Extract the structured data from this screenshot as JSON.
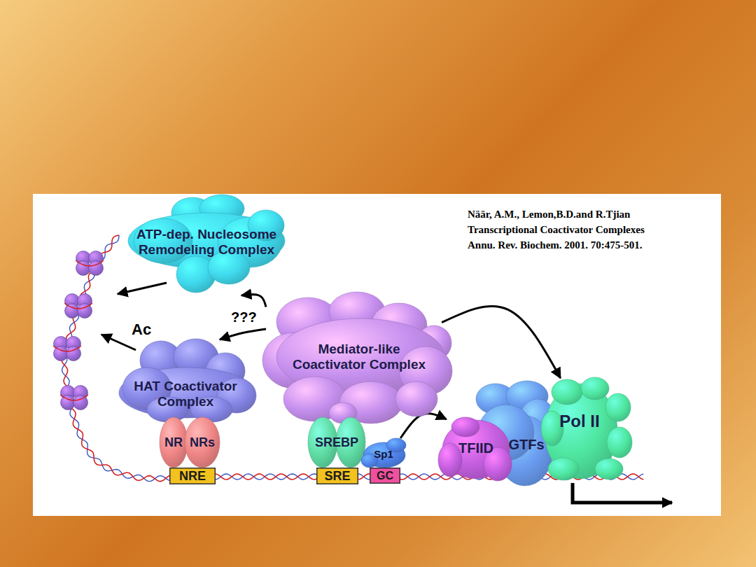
{
  "diagram": {
    "nodes": [
      {
        "text": [
          "ATP-dep. Nucleosome Remodeling Complex"
        ]
      },
      {
        "text": [
          "HAT Coactivator Complex"
        ]
      },
      {
        "text": [
          "Mediator-like Coactivator Complex"
        ]
      },
      {
        "text": [
          "NR"
        ]
      },
      {
        "text": [
          "NRs"
        ]
      },
      {
        "text": [
          "NRE"
        ]
      },
      {
        "text": [
          "SREBP"
        ]
      },
      {
        "text": [
          "SRE"
        ]
      },
      {
        "text": [
          "Sp1"
        ]
      },
      {
        "text": [
          "GC"
        ]
      },
      {
        "text": [
          "TFIID"
        ]
      },
      {
        "text": [
          "GTFs"
        ]
      },
      {
        "text": [
          "Pol II"
        ]
      }
    ],
    "edges": [
      {
        "from": 2,
        "to": 0,
        "arrow": "to"
      },
      {
        "from": 2,
        "to": 1,
        "arrow": "to"
      },
      {
        "from": 2,
        "to": 12,
        "arrow": "to"
      },
      {
        "from": 8,
        "to": 10,
        "arrow": "to"
      }
    ],
    "labels": [
      "???",
      "Ac",
      "Näär, A.M., Lemon,B.D.and R.Tjian",
      "Transcriptional Coactivator Complexes",
      "Annu. Rev. Biochem. 2001. 70:475-501."
    ]
  }
}
